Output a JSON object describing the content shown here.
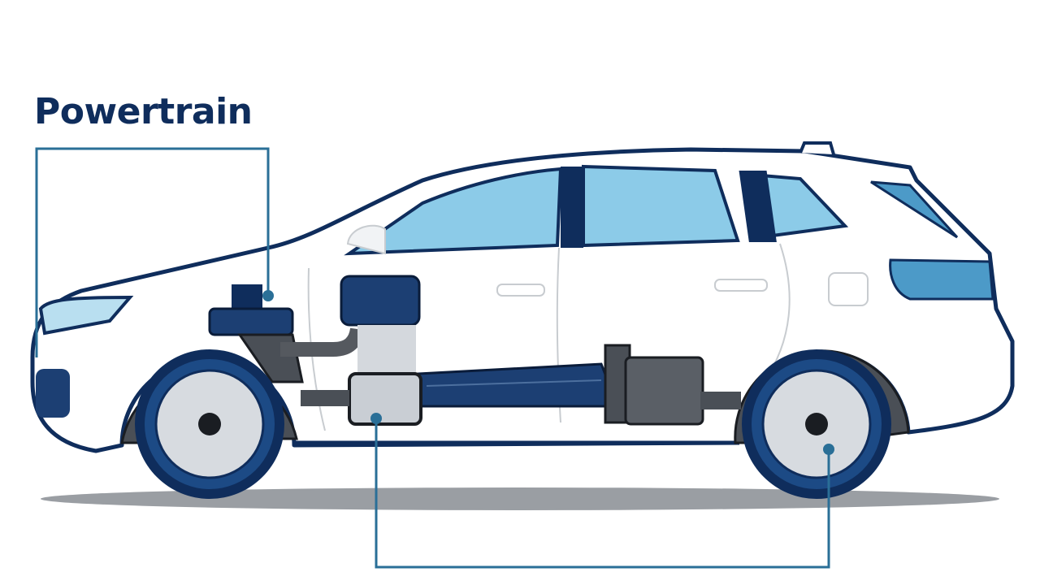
{
  "diagram": {
    "label": "Powertrain",
    "colors": {
      "outline": "#0f2d5c",
      "callout": "#2a6f97",
      "glass": "#8ccbe8",
      "component_grey": "#5a5f66",
      "component_light": "#c9ced4"
    },
    "icons": [
      "car-side-cutaway",
      "engine",
      "battery-pack",
      "motor",
      "wheel"
    ]
  }
}
